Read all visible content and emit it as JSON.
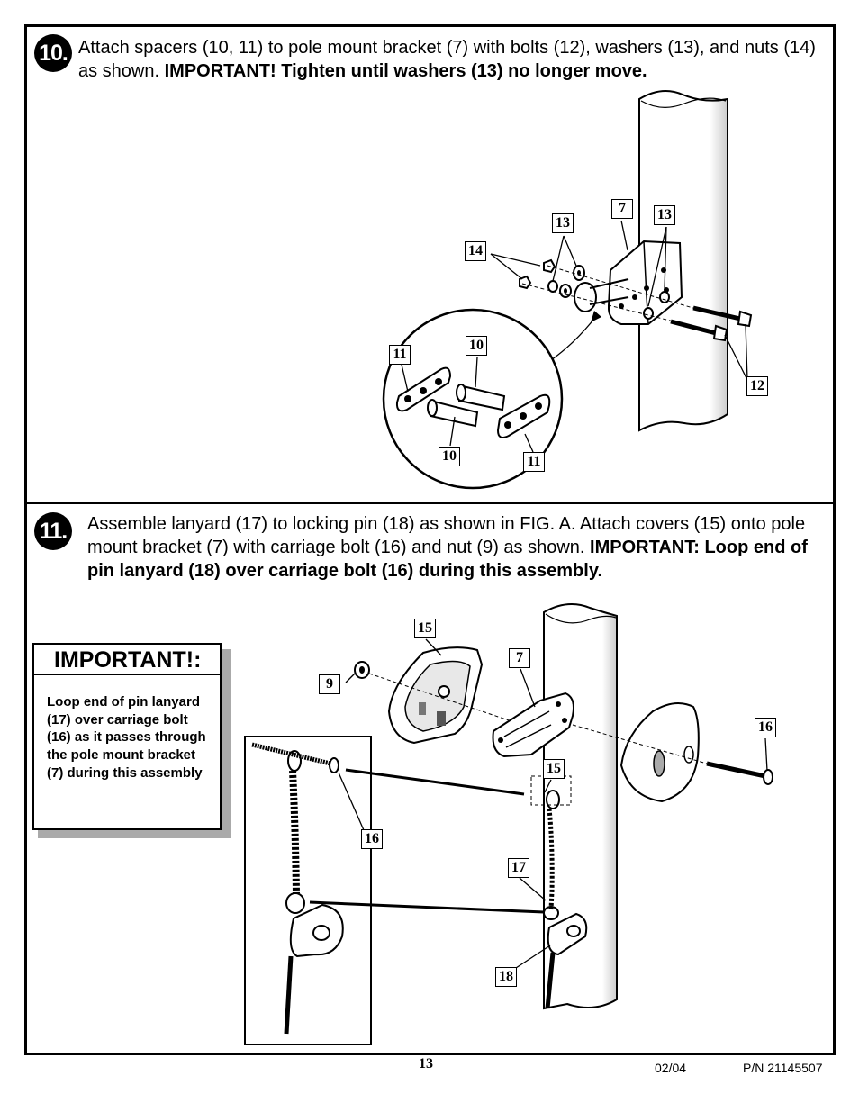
{
  "step10": {
    "number": "10.",
    "text_plain": "Attach spacers (10, 11) to pole mount bracket (7) with bolts (12), washers (13), and nuts (14) as shown.",
    "text_bold": "IMPORTANT! Tighten until washers (13) no longer move.",
    "callouts": [
      "7",
      "13",
      "13",
      "14",
      "10",
      "11",
      "10",
      "11",
      "12"
    ]
  },
  "step11": {
    "number": "11.",
    "text_plain": "Assemble lanyard (17) to locking pin (18) as shown in FIG. A. Attach covers (15) onto pole mount bracket (7) with carriage bolt (16) and nut (9) as shown.",
    "text_bold": "IMPORTANT: Loop end of pin lanyard (18) over carriage bolt (16) during this assembly.",
    "callouts": [
      "15",
      "7",
      "9",
      "16",
      "15",
      "16",
      "17",
      "18"
    ]
  },
  "important_box": {
    "title": "IMPORTANT!:",
    "body": "Loop end of pin lanyard (17) over carriage bolt (16) as it passes through the pole mount bracket (7) during this assembly"
  },
  "footer": {
    "page_number": "13",
    "date": "02/04",
    "part_number": "P/N 21145507"
  }
}
